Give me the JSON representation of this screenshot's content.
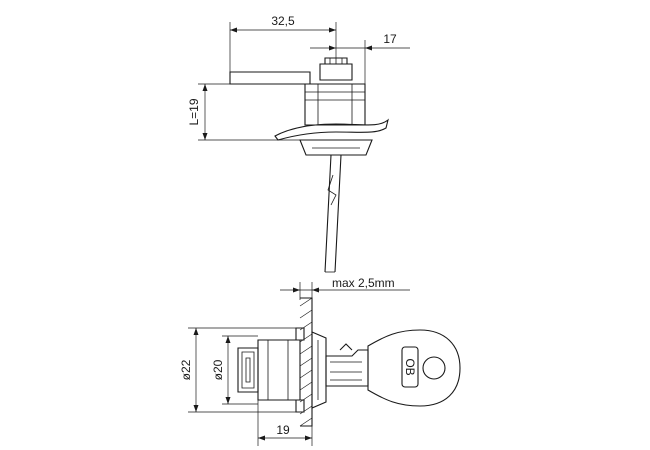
{
  "dimensions": {
    "top_width": "32,5",
    "top_offset": "17",
    "top_length": "L=19",
    "panel_thickness": "max 2,5mm",
    "outer_diameter": "ø22",
    "inner_diameter": "ø20",
    "bottom_depth": "19"
  },
  "key": {
    "brand_mark": "OB"
  }
}
